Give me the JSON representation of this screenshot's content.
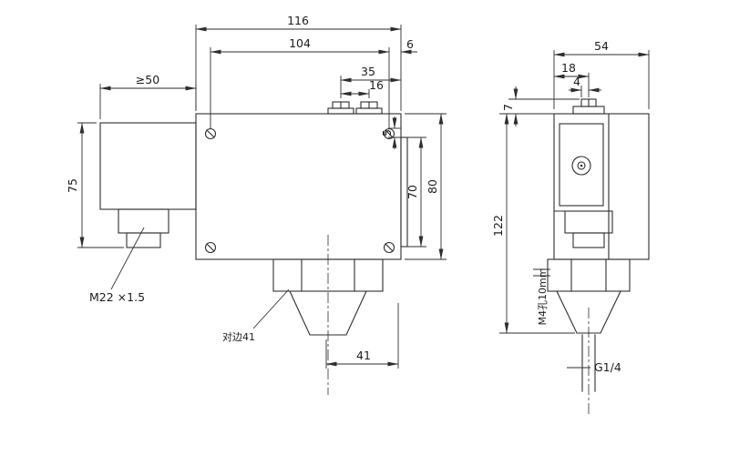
{
  "meta": {
    "background": "#ffffff",
    "line_color": "#2e2e2e",
    "text_color": "#1c1c1c",
    "drawing_type": "pressure switch dimension drawing, front and side views"
  },
  "front_view": {
    "dims": {
      "width_total": "116",
      "mount_spacing": "104",
      "terminal_offset": "35",
      "terminal_spacing": "16",
      "edge_offset": "6",
      "box_width": "≥50",
      "box_height": "75",
      "window_offset": "5",
      "window_height": "70",
      "body_height": "80",
      "hex_width": "41"
    },
    "labels": {
      "thread": "M22 ×1.5",
      "across_flats": "对边41"
    }
  },
  "side_view": {
    "dims": {
      "depth": "54",
      "terminal_pos": "18",
      "screw": "4",
      "terminal_height": "7",
      "total_height": "122"
    },
    "labels": {
      "mount_hole": "M4孔10mm",
      "port": "G1/4"
    }
  }
}
